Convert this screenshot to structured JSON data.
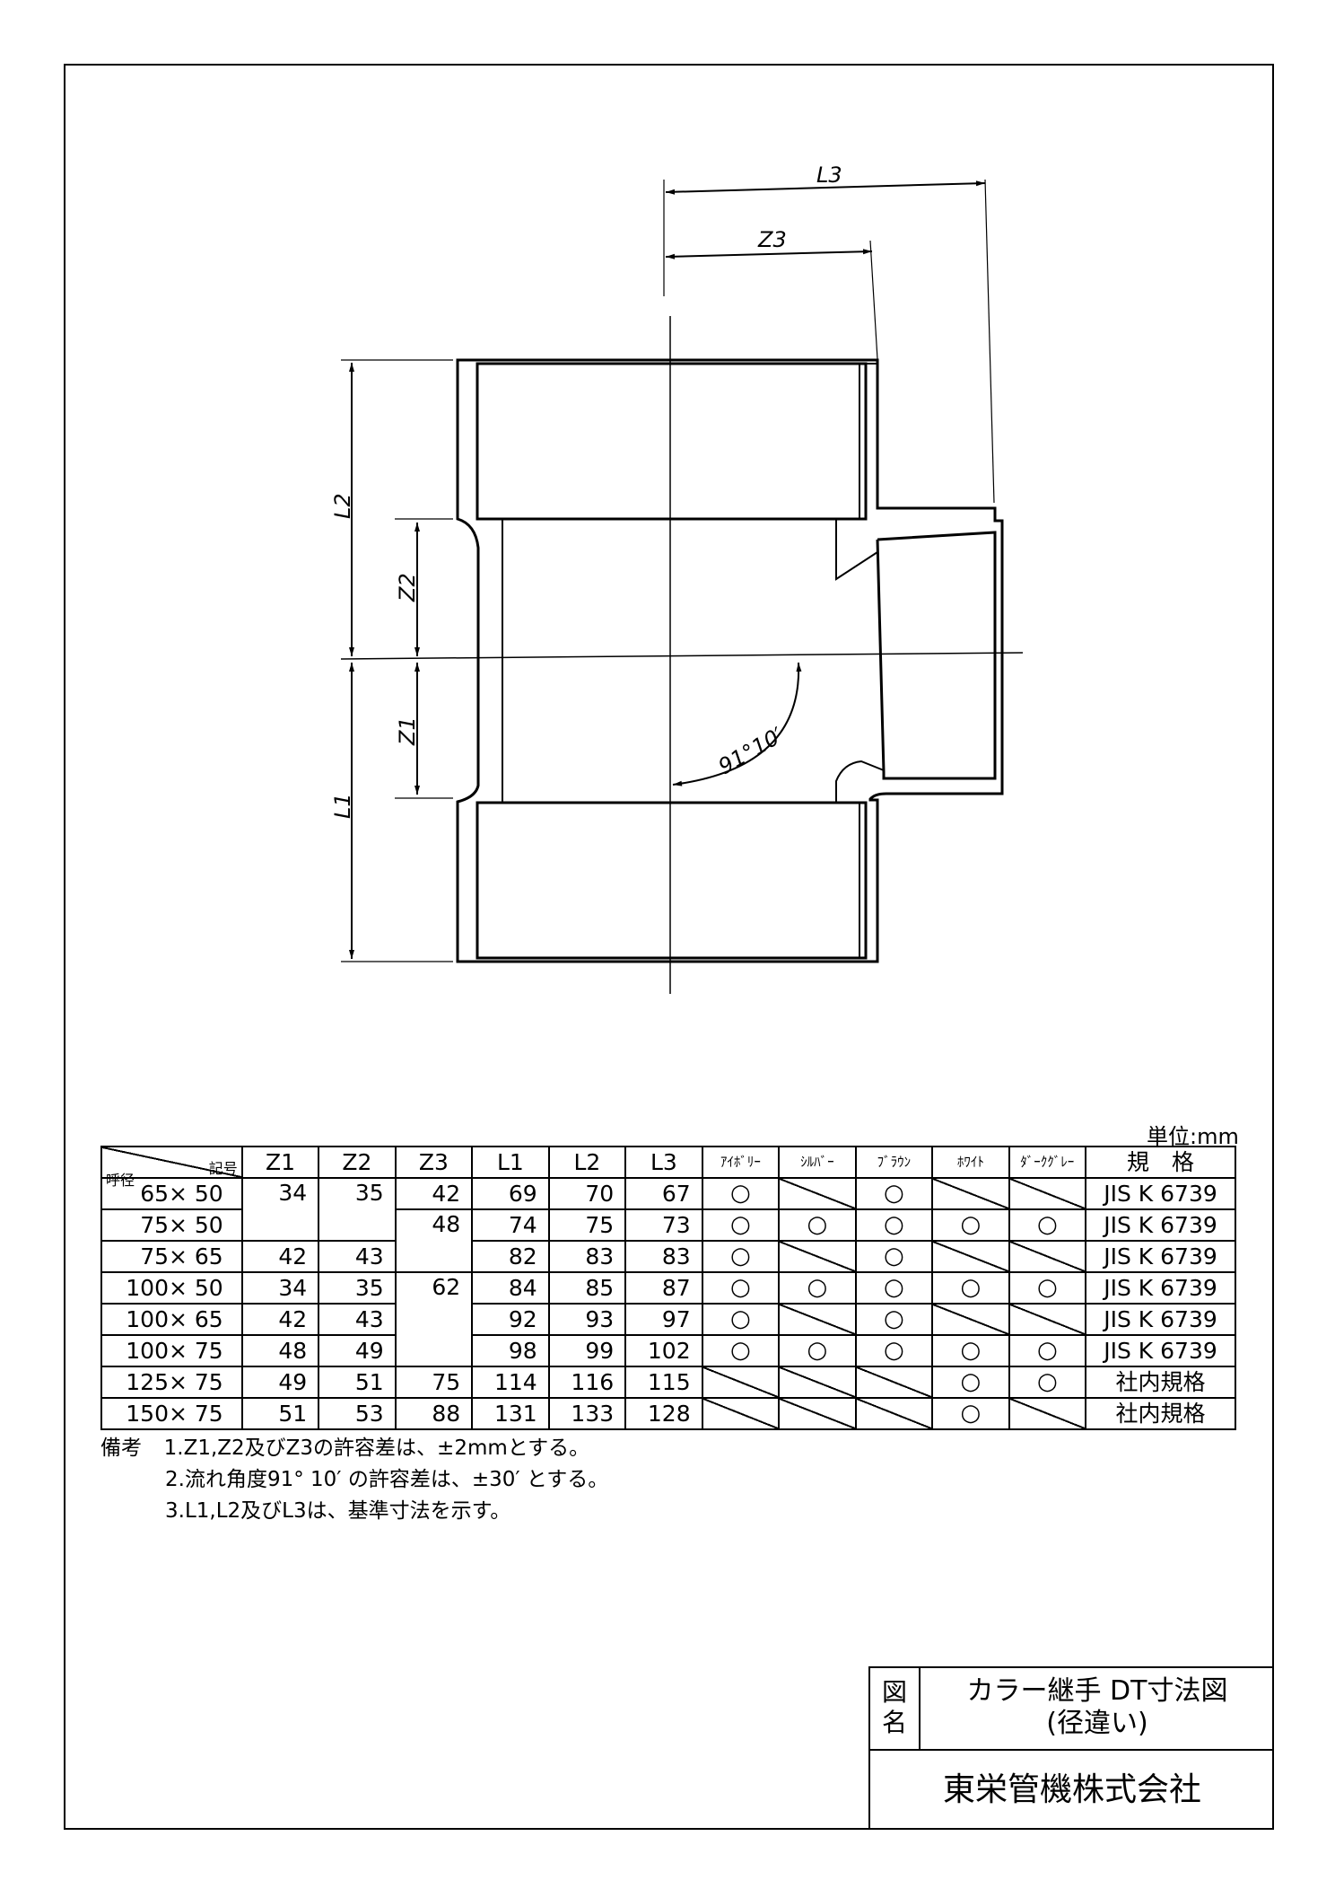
{
  "drawing": {
    "dim_labels": {
      "L3": "L3",
      "Z3": "Z3",
      "L2": "L2",
      "Z2": "Z2",
      "Z1": "Z1",
      "L1": "L1"
    },
    "angle_label": "91°10′"
  },
  "unit_label": "単位:mm",
  "table": {
    "corner_top": "記号",
    "corner_bottom": "呼径",
    "headers": [
      "Z1",
      "Z2",
      "Z3",
      "L1",
      "L2",
      "L3"
    ],
    "color_headers": [
      "ｱｲﾎﾞﾘｰ",
      "ｼﾙﾊﾞｰ",
      "ﾌﾞﾗｳﾝ",
      "ﾎﾜｲﾄ",
      "ﾀﾞｰｸｸﾞﾚｰ"
    ],
    "std_header": "規　格",
    "available_mark": "○",
    "rows": [
      {
        "nominal": "65× 50",
        "z1": "34",
        "z2": "35",
        "z3": "42",
        "l1": "69",
        "l2": "70",
        "l3": "67",
        "colors": [
          true,
          false,
          true,
          false,
          false
        ],
        "std": "JIS K 6739"
      },
      {
        "nominal": "75× 50",
        "z1": "",
        "z2": "",
        "z3": "48",
        "l1": "74",
        "l2": "75",
        "l3": "73",
        "colors": [
          true,
          true,
          true,
          true,
          true
        ],
        "std": "JIS K 6739"
      },
      {
        "nominal": "75× 65",
        "z1": "42",
        "z2": "43",
        "z3": "",
        "l1": "82",
        "l2": "83",
        "l3": "83",
        "colors": [
          true,
          false,
          true,
          false,
          false
        ],
        "std": "JIS K 6739"
      },
      {
        "nominal": "100× 50",
        "z1": "34",
        "z2": "35",
        "z3": "62",
        "l1": "84",
        "l2": "85",
        "l3": "87",
        "colors": [
          true,
          true,
          true,
          true,
          true
        ],
        "std": "JIS K 6739"
      },
      {
        "nominal": "100× 65",
        "z1": "42",
        "z2": "43",
        "z3": "",
        "l1": "92",
        "l2": "93",
        "l3": "97",
        "colors": [
          true,
          false,
          true,
          false,
          false
        ],
        "std": "JIS K 6739"
      },
      {
        "nominal": "100× 75",
        "z1": "48",
        "z2": "49",
        "z3": "",
        "l1": "98",
        "l2": "99",
        "l3": "102",
        "colors": [
          true,
          true,
          true,
          true,
          true
        ],
        "std": "JIS K 6739"
      },
      {
        "nominal": "125× 75",
        "z1": "49",
        "z2": "51",
        "z3": "75",
        "l1": "114",
        "l2": "116",
        "l3": "115",
        "colors": [
          false,
          false,
          false,
          true,
          true
        ],
        "std": "社内規格"
      },
      {
        "nominal": "150× 75",
        "z1": "51",
        "z2": "53",
        "z3": "88",
        "l1": "131",
        "l2": "133",
        "l3": "128",
        "colors": [
          false,
          false,
          false,
          true,
          false
        ],
        "std": "社内規格"
      }
    ]
  },
  "notes": {
    "label": "備考",
    "items": [
      "1.Z1,Z2及びZ3の許容差は、±2mmとする。",
      "2.流れ角度91° 10′ の許容差は、±30′ とする。",
      "3.L1,L2及びL3は、基準寸法を示す。"
    ]
  },
  "title_block": {
    "label": "図名",
    "name_line1": "カラー継手 DT寸法図",
    "name_line2": "(径違い)",
    "company": "東栄管機株式会社"
  }
}
